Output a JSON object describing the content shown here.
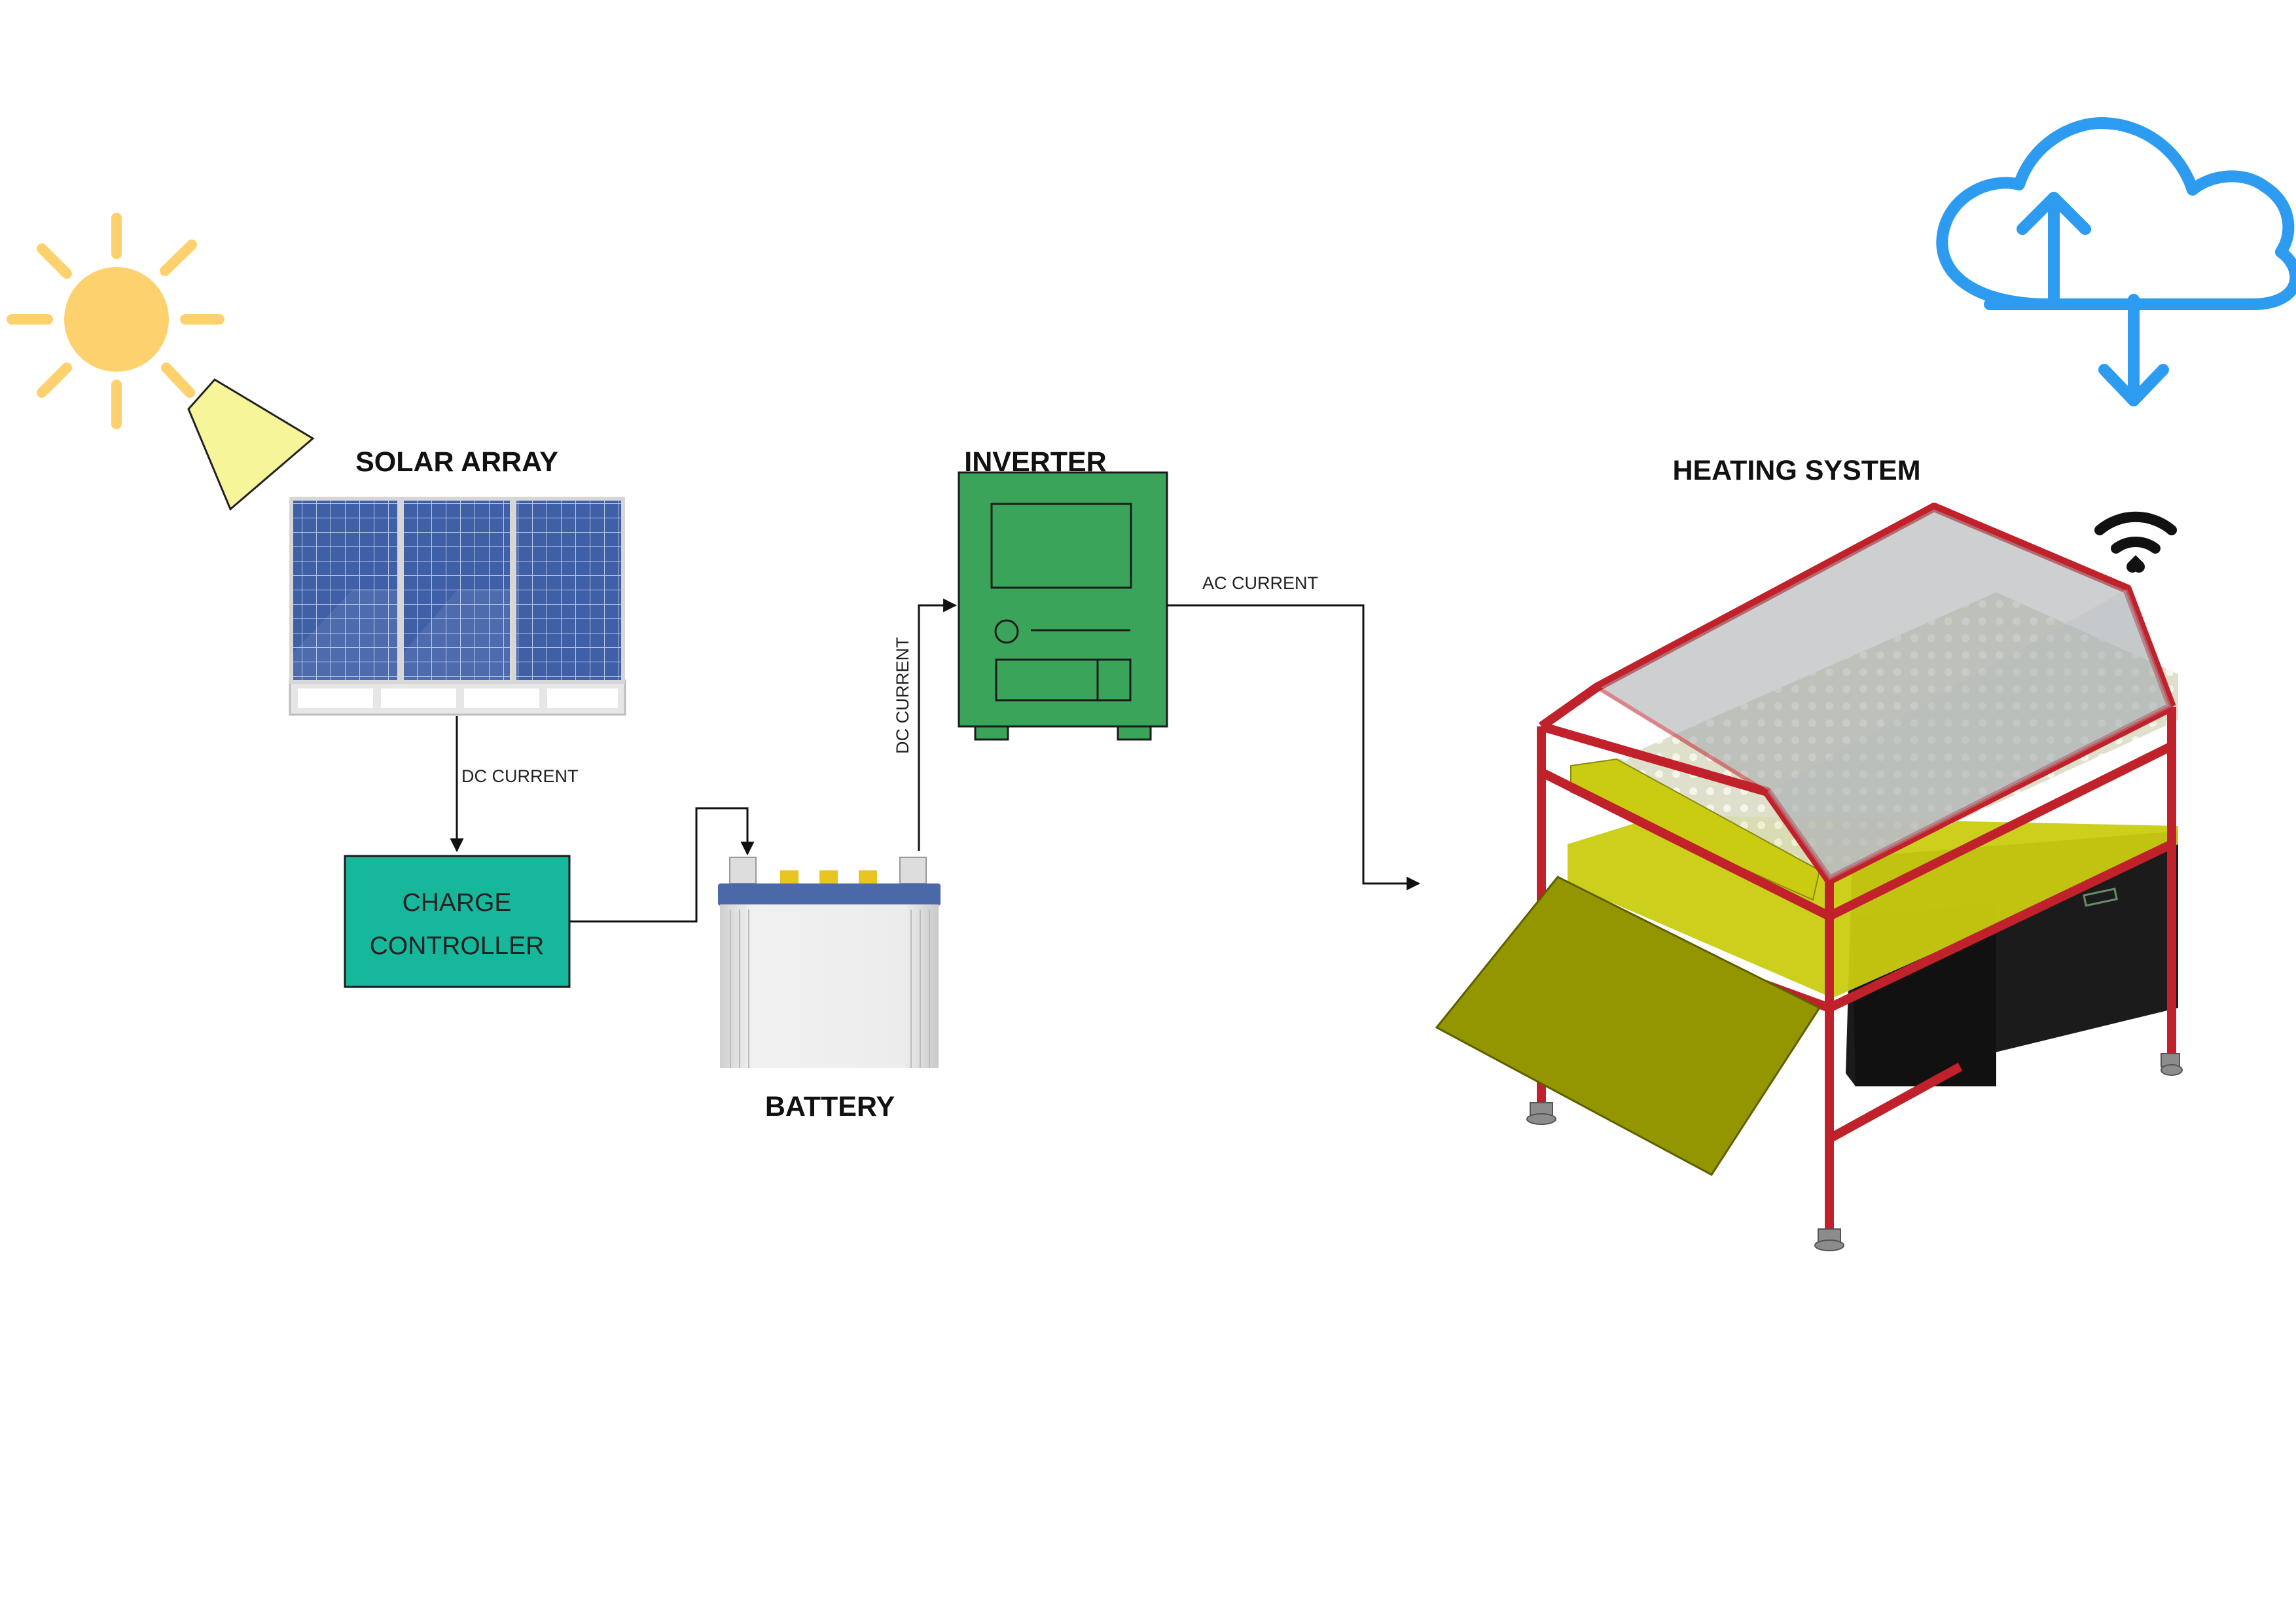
{
  "labels": {
    "solar_array": "SOLAR ARRAY",
    "inverter": "INVERTER",
    "heating_system": "HEATING SYSTEM",
    "battery": "BATTERY",
    "charge_controller_line1": "CHARGE",
    "charge_controller_line2": "CONTROLLER"
  },
  "connections": {
    "solar_to_controller": "DC CURRENT",
    "battery_to_inverter": "DC CURRENT",
    "inverter_to_heater": "AC CURRENT"
  },
  "icons": {
    "sun": "sun-icon",
    "lamp": "lamp-icon",
    "cloud": "cloud-sync-icon",
    "wifi": "wifi-icon"
  },
  "colors": {
    "sun": "#FDD26E",
    "lamp": "#F7F59A",
    "solar_cell": "#3F5FA6",
    "charge_controller": "#17B79C",
    "inverter": "#3AA55A",
    "battery_cap": "#4B69A9",
    "battery_terminal": "#E8C520",
    "cloud": "#2D9CF0",
    "heater_frame": "#C0212A",
    "heater_tray": "#C9CC10",
    "heater_door": "#949600"
  }
}
